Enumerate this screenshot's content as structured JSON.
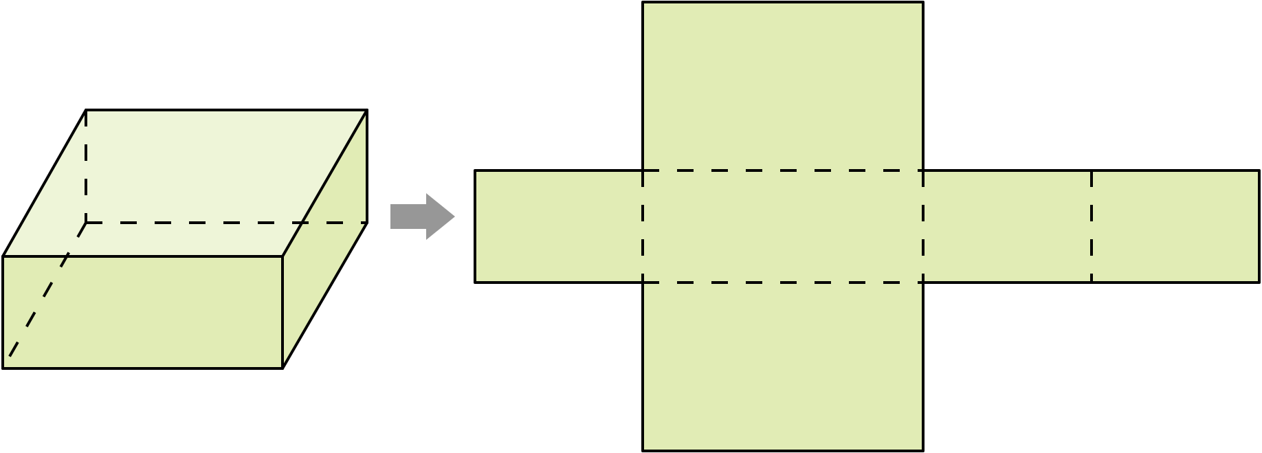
{
  "colors": {
    "face_fill": "#e1ecb5",
    "top_face_fill": "#eef5d8",
    "edge_stroke": "#000000",
    "arrow_fill": "#979797",
    "background": "#ffffff"
  },
  "figures": {
    "box": {
      "shape": "rectangular-box",
      "view": "oblique-3d",
      "open_top": true,
      "hidden_edges": "dashed"
    },
    "arrow": {
      "direction": "right"
    },
    "net": {
      "shape": "cross-net",
      "faces": 5,
      "fold_lines": "dashed"
    }
  }
}
